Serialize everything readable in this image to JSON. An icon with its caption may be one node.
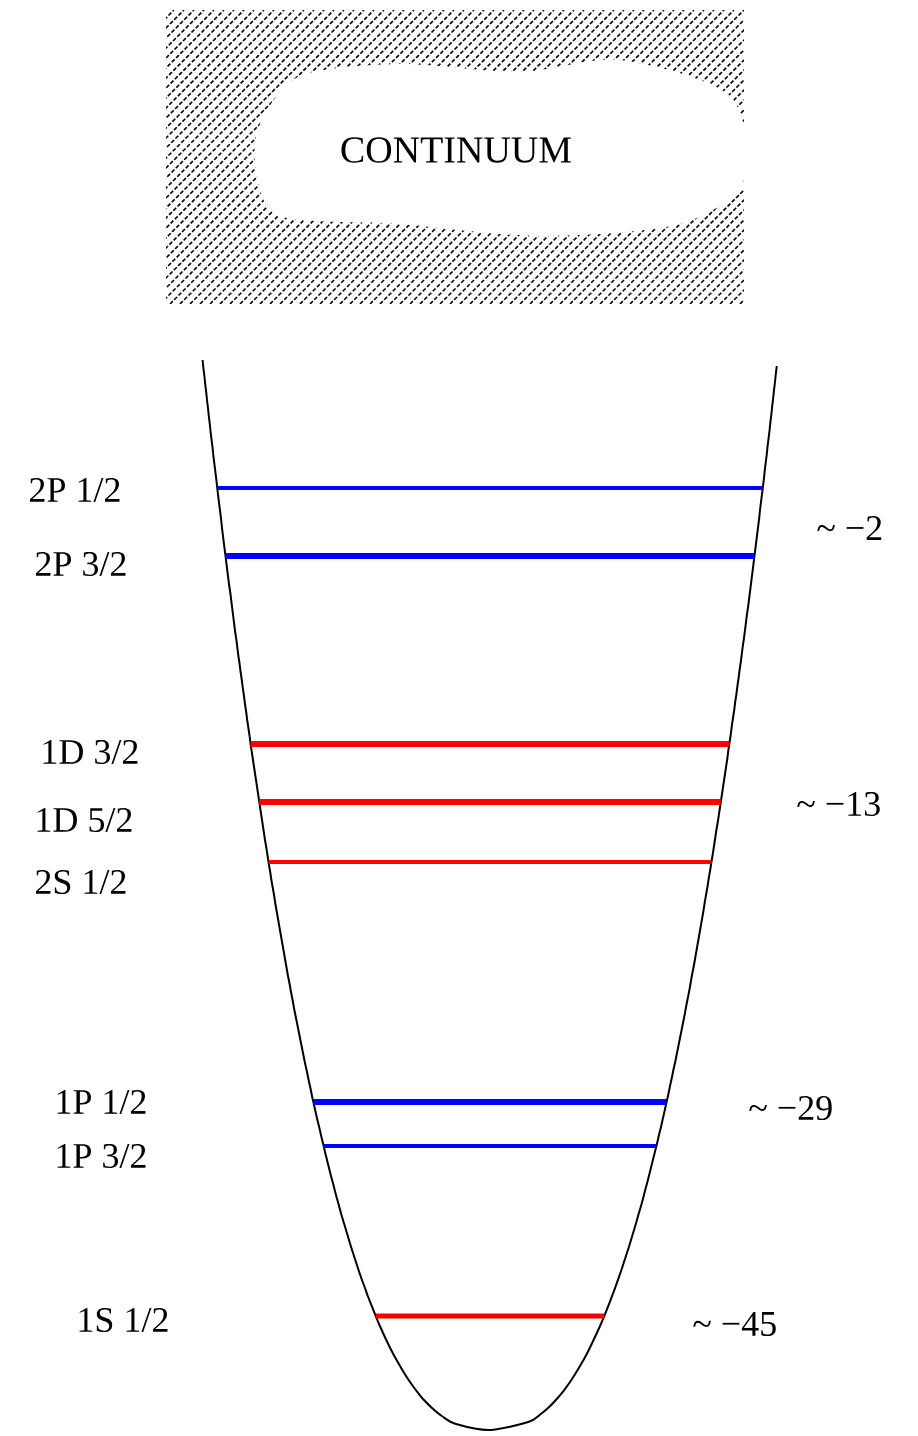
{
  "diagram": {
    "nodes": [
      {
        "text": [
          "CONTINUUM"
        ]
      }
    ],
    "labels": [
      "2P 1/2",
      "2P 3/2",
      "~ −2",
      "1D 3/2",
      "1D 5/2",
      "~ −13",
      "2S 1/2",
      "1P 1/2",
      "~ −29",
      "1P 3/2",
      "1S 1/2",
      "~ −45"
    ]
  }
}
